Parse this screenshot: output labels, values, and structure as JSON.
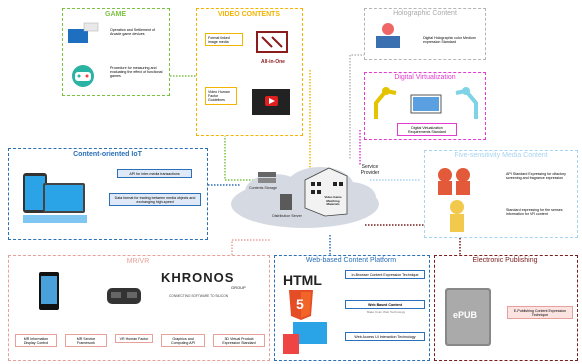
{
  "game": {
    "title": "GAME",
    "item1": "Operation and Settlement of Arcade game devices",
    "item2": "Procedure for measuring and evaluating the effect of functional games"
  },
  "video": {
    "title": "VIDEO CONTENTS",
    "item1": "Format linked image media",
    "logo": "All-in-One",
    "item2": "Video Human Factor Guidelines"
  },
  "holo": {
    "title": "Holographic Content",
    "item1": "Digital Holographic color Medium expression Standard"
  },
  "digital": {
    "title": "Digital Virtualization",
    "item1": "Digital Virtualization Requirements Standard"
  },
  "iot": {
    "title": "Content-oriented IoT",
    "item1": "API for inter-media transactions",
    "item2": "Data format for trading between media objects and exchanging high-speed"
  },
  "five": {
    "title": "Five-sensitivity Media Content",
    "item1": "API Standard Expressing for olfactory screening and fragrance expression",
    "item2": "Standard expressing for the senses information for VR content"
  },
  "center": {
    "service_provider": "Service Provider",
    "contents_storage": "Contents Storage",
    "distribution_server": "Distribution Server",
    "building": "Video Game Matching Materials"
  },
  "mrvr": {
    "title": "MR/VR",
    "khronos": "KHRONOS",
    "khronos_group": "GROUP",
    "tagline": "CONNECTING SOFTWARE TO SILICON",
    "items": [
      "MR Information Display Control",
      "MR Service Framework",
      "VR Human Factor",
      "Graphics and Computing API",
      "3D Virtual Product Expression Standard"
    ]
  },
  "web": {
    "title": "Web-based Content Platform",
    "html": "HTML",
    "html_num": "5",
    "item1": "In-Browser Content Expression Technique",
    "item2": "Web Based Content",
    "item2_sub": "Make Color Web Technology",
    "item3": "Web Access UI Interaction Technology"
  },
  "epub": {
    "title": "Electronic Publishing",
    "logo": "ePUB",
    "item1": "E-Publishing Content Expression Technique"
  },
  "colors": {
    "game": "#7cc242",
    "video": "#f5b400",
    "holo": "#b5b5b5",
    "digital": "#e43bd2",
    "iot": "#2a6fb8",
    "five": "#a8d4f0",
    "mrvr": "#e8a09a",
    "web": "#2a6fb8",
    "epub": "#7a1c1c"
  }
}
